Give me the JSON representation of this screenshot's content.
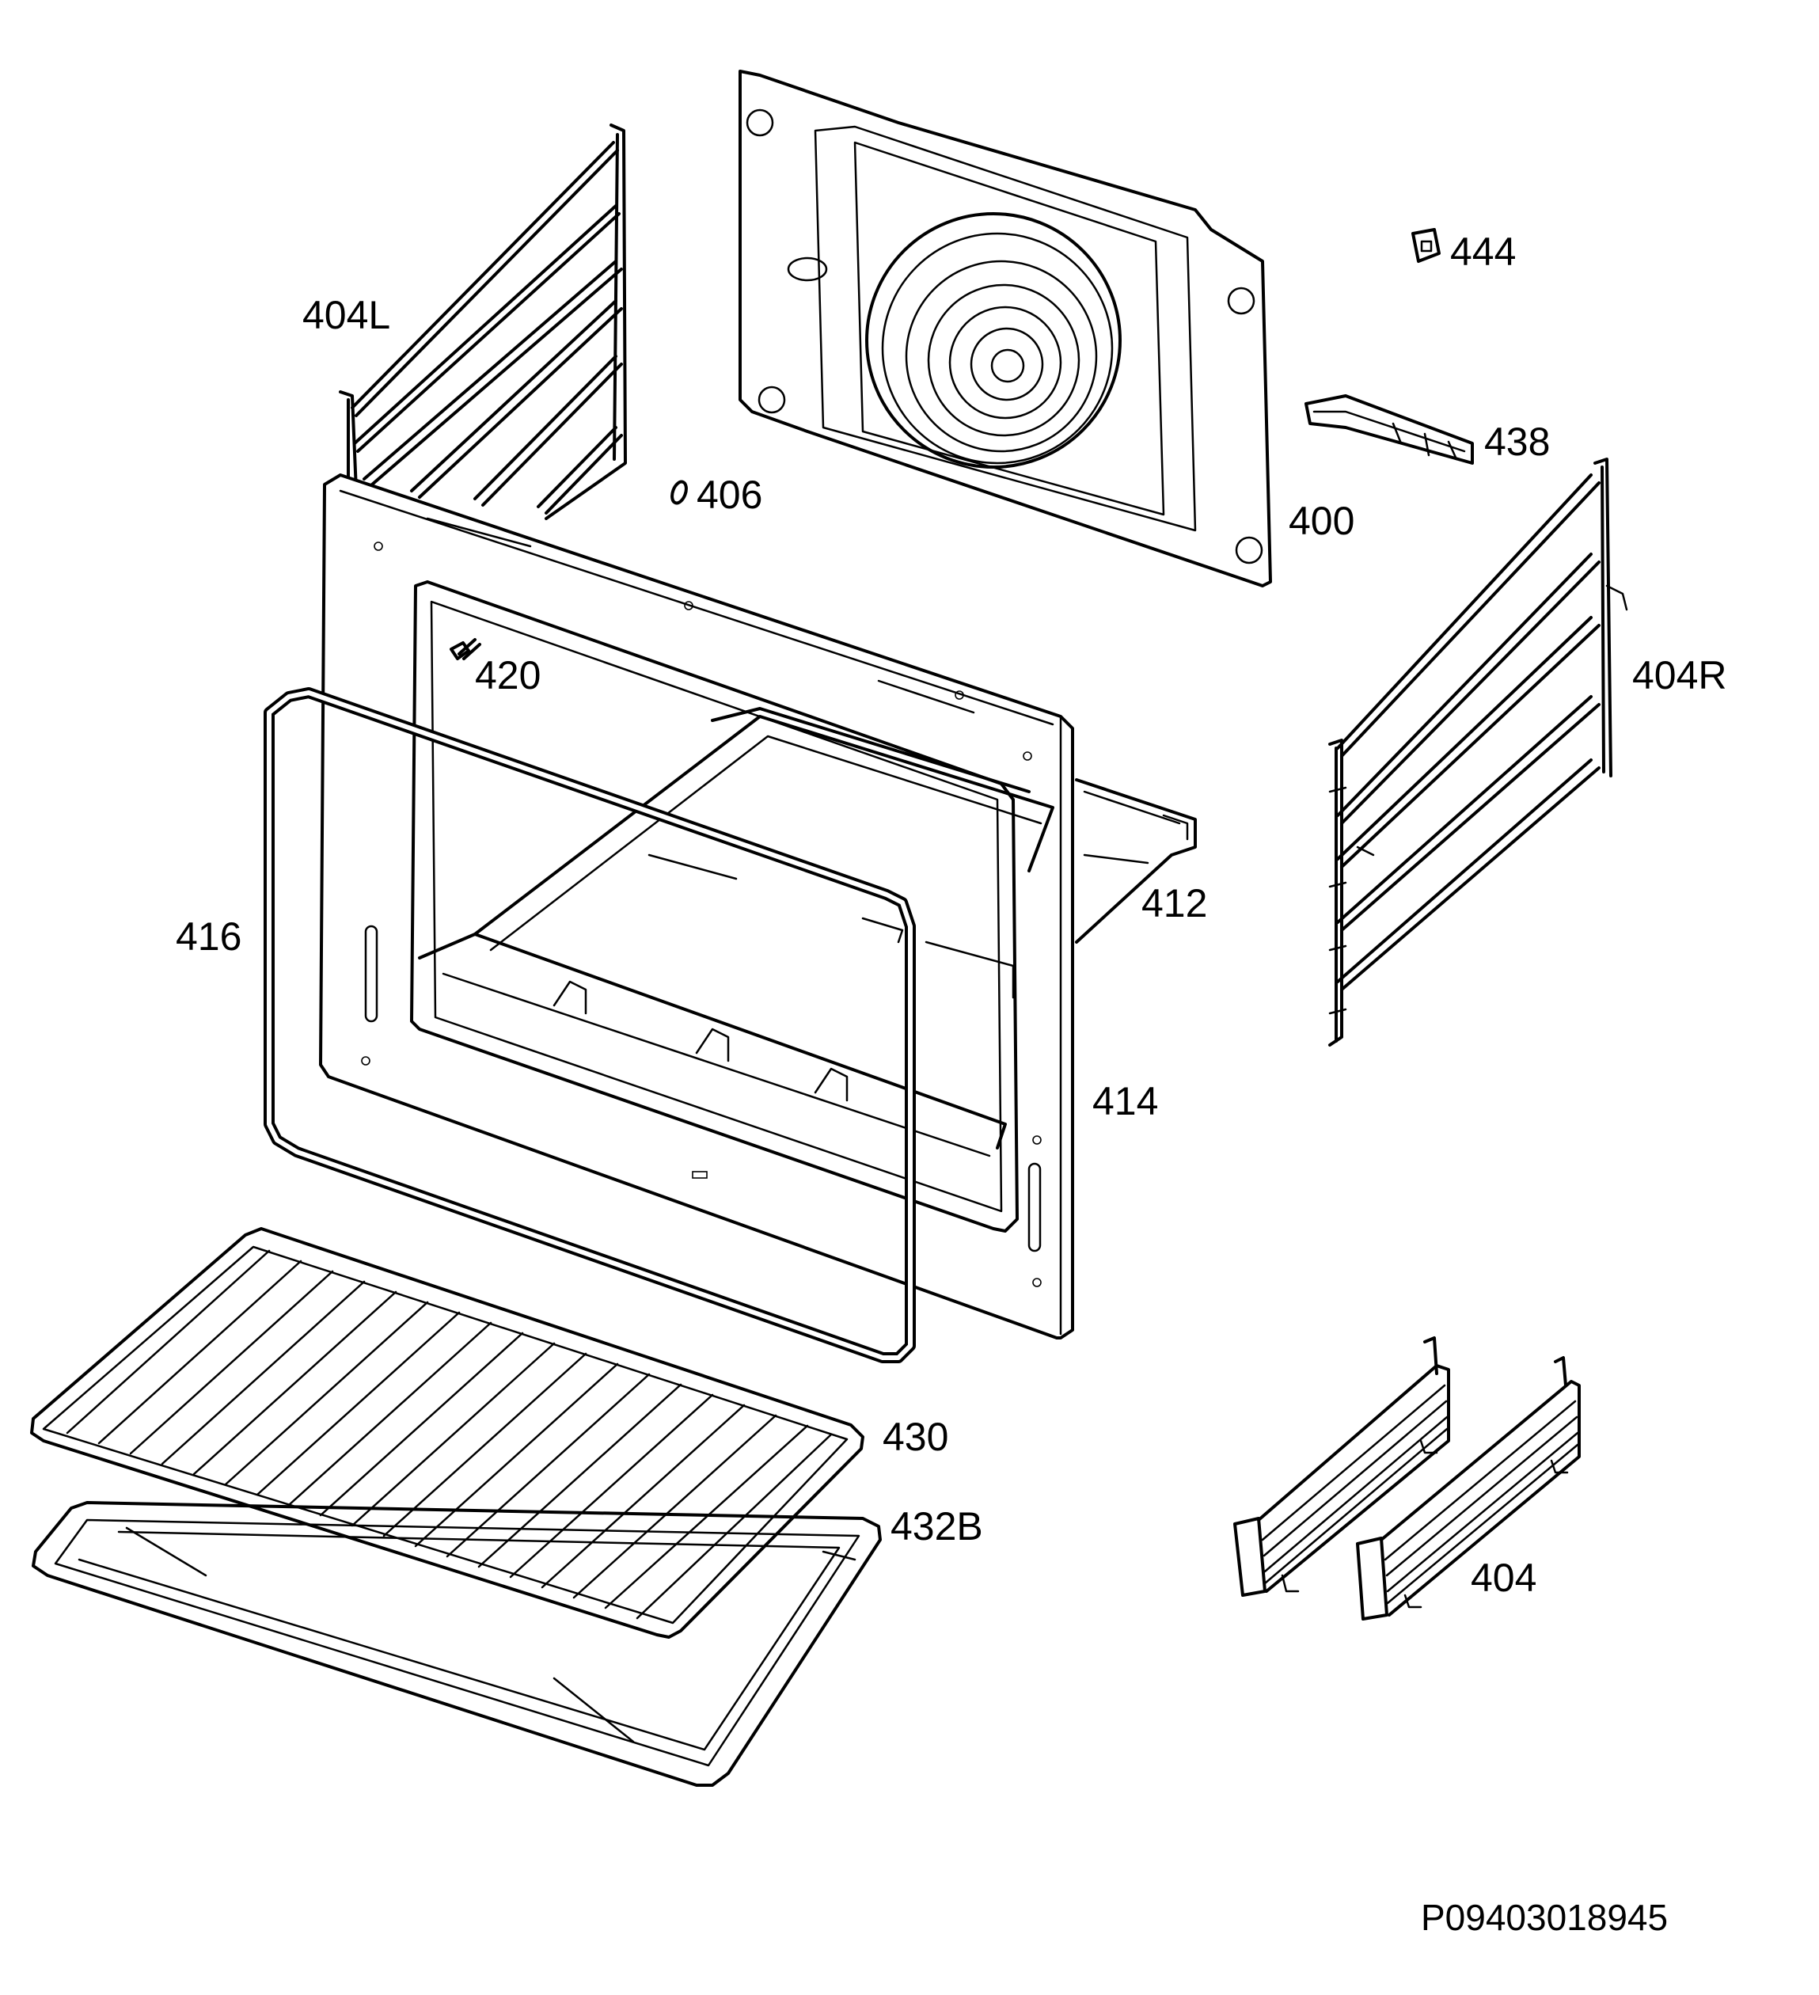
{
  "labels": {
    "p400": "400",
    "p404": "404",
    "p404L": "404L",
    "p404R": "404R",
    "p406": "406",
    "p412": "412",
    "p414": "414",
    "p416": "416",
    "p420": "420",
    "p430": "430",
    "p432B": "432B",
    "p438": "438",
    "p444": "444"
  },
  "drawing_code": "P09403018945"
}
